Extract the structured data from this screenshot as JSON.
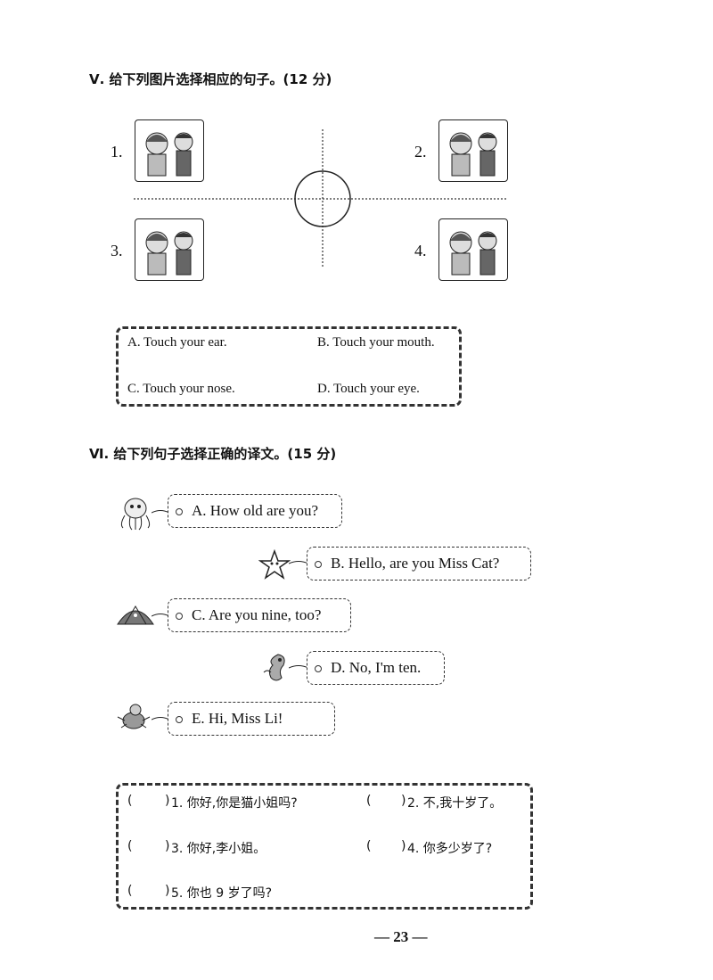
{
  "section5": {
    "title": "Ⅴ. 给下列图片选择相应的句子。(12 分)",
    "pictures": [
      {
        "num": "1."
      },
      {
        "num": "2."
      },
      {
        "num": "3."
      },
      {
        "num": "4."
      }
    ],
    "options": [
      "A. Touch your ear.",
      "B. Touch your mouth.",
      "C. Touch your nose.",
      "D. Touch your eye."
    ]
  },
  "section6": {
    "title": "Ⅵ. 给下列句子选择正确的译文。(15 分)",
    "sentences": [
      {
        "text": "A. How old are you?",
        "icon": "octopus-icon"
      },
      {
        "text": "B. Hello, are you Miss Cat?",
        "icon": "starfish-icon"
      },
      {
        "text": "C. Are you nine, too?",
        "icon": "shell-icon"
      },
      {
        "text": "D. No, I'm ten.",
        "icon": "seahorse-icon"
      },
      {
        "text": "E. Hi, Miss Li!",
        "icon": "turtle-icon"
      }
    ],
    "answers": [
      {
        "paren": "(",
        "close": ")",
        "text": "1. 你好,你是猫小姐吗?"
      },
      {
        "paren": "(",
        "close": ")",
        "text": "2. 不,我十岁了。"
      },
      {
        "paren": "(",
        "close": ")",
        "text": "3. 你好,李小姐。"
      },
      {
        "paren": "(",
        "close": ")",
        "text": "4. 你多少岁了?"
      },
      {
        "paren": "(",
        "close": ")",
        "text": "5. 你也 9 岁了吗?"
      }
    ]
  },
  "footer": {
    "page_number": "— 23 —"
  }
}
